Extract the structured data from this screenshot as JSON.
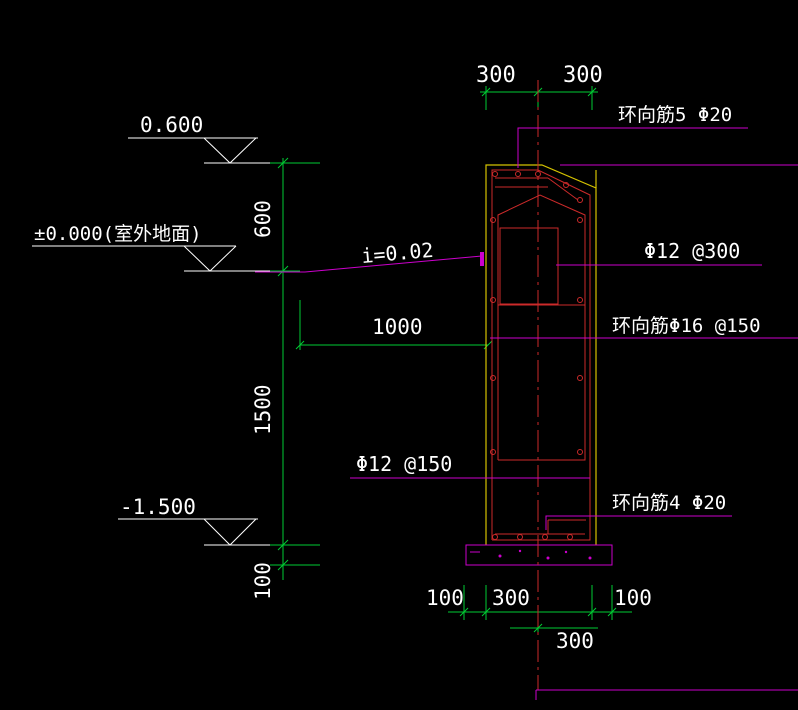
{
  "colors": {
    "background": "#000000",
    "text": "#ffffff",
    "dimension": "#00cc33",
    "leader": "#cc00cc",
    "concrete": "#d4c200",
    "rebar": "#cc2a2a",
    "centerline": "#cc2a2a"
  },
  "elevations": {
    "top": "0.600",
    "ground": "±0.000(室外地面)",
    "bottom": "-1.500"
  },
  "slope": "i=0.02",
  "dimensions": {
    "top_left": "300",
    "top_right": "300",
    "height_upper": "600",
    "height_main": "1500",
    "height_base": "100",
    "horizontal_ground": "1000",
    "bottom_left_pad": "100",
    "bottom_wall": "300",
    "bottom_right_pad": "100",
    "bottom_half": "300"
  },
  "rebar_labels": {
    "top_ring": "环向筋5 Φ20",
    "stirrup_300": "Φ12 @300",
    "ring_150": "环向筋Φ16 @150",
    "stirrup_150": "Φ12 @150",
    "bottom_ring": "环向筋4 Φ20"
  }
}
